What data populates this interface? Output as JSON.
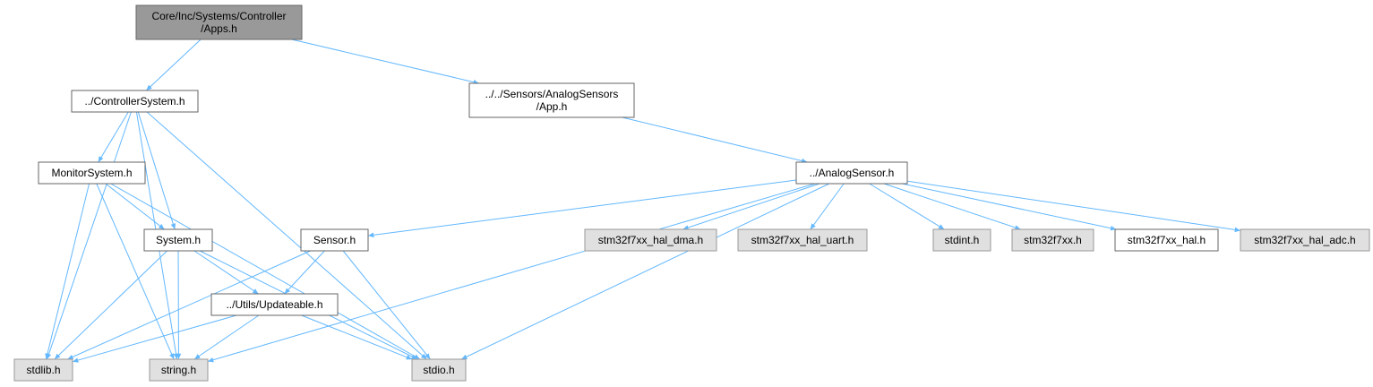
{
  "diagram": {
    "colors": {
      "edge": "#63b8ff",
      "current_fill": "#999999",
      "local_fill": "#ffffff",
      "external_fill": "#e0e0e0"
    },
    "nodes": {
      "apps": {
        "lines": [
          "Core/Inc/Systems/Controller",
          "/Apps.h"
        ],
        "kind": "current"
      },
      "ctrlsys": {
        "lines": [
          "../ControllerSystem.h"
        ],
        "kind": "local"
      },
      "app": {
        "lines": [
          "../../Sensors/AnalogSensors",
          "/App.h"
        ],
        "kind": "local"
      },
      "monitor": {
        "lines": [
          "MonitorSystem.h"
        ],
        "kind": "local"
      },
      "analog": {
        "lines": [
          "../AnalogSensor.h"
        ],
        "kind": "local"
      },
      "system": {
        "lines": [
          "System.h"
        ],
        "kind": "local"
      },
      "sensor": {
        "lines": [
          "Sensor.h"
        ],
        "kind": "local"
      },
      "updateable": {
        "lines": [
          "../Utils/Updateable.h"
        ],
        "kind": "local"
      },
      "hal_dma": {
        "lines": [
          "stm32f7xx_hal_dma.h"
        ],
        "kind": "external"
      },
      "hal_uart": {
        "lines": [
          "stm32f7xx_hal_uart.h"
        ],
        "kind": "external"
      },
      "stdint": {
        "lines": [
          "stdint.h"
        ],
        "kind": "external"
      },
      "stm32f7xx": {
        "lines": [
          "stm32f7xx.h"
        ],
        "kind": "external"
      },
      "hal": {
        "lines": [
          "stm32f7xx_hal.h"
        ],
        "kind": "local"
      },
      "hal_adc": {
        "lines": [
          "stm32f7xx_hal_adc.h"
        ],
        "kind": "external"
      },
      "stdlib": {
        "lines": [
          "stdlib.h"
        ],
        "kind": "external"
      },
      "string": {
        "lines": [
          "string.h"
        ],
        "kind": "external"
      },
      "stdio": {
        "lines": [
          "stdio.h"
        ],
        "kind": "external"
      }
    },
    "edges": [
      [
        "apps",
        "ctrlsys"
      ],
      [
        "apps",
        "app"
      ],
      [
        "ctrlsys",
        "monitor"
      ],
      [
        "ctrlsys",
        "system"
      ],
      [
        "ctrlsys",
        "stdlib"
      ],
      [
        "ctrlsys",
        "string"
      ],
      [
        "ctrlsys",
        "stdio"
      ],
      [
        "monitor",
        "system"
      ],
      [
        "monitor",
        "stdlib"
      ],
      [
        "monitor",
        "string"
      ],
      [
        "monitor",
        "stdio"
      ],
      [
        "app",
        "analog"
      ],
      [
        "analog",
        "sensor"
      ],
      [
        "analog",
        "hal_dma"
      ],
      [
        "analog",
        "hal_uart"
      ],
      [
        "analog",
        "stdint"
      ],
      [
        "analog",
        "stm32f7xx"
      ],
      [
        "analog",
        "hal"
      ],
      [
        "analog",
        "hal_adc"
      ],
      [
        "analog",
        "string"
      ],
      [
        "analog",
        "stdio"
      ],
      [
        "system",
        "updateable"
      ],
      [
        "system",
        "stdlib"
      ],
      [
        "system",
        "string"
      ],
      [
        "system",
        "stdio"
      ],
      [
        "sensor",
        "updateable"
      ],
      [
        "sensor",
        "stdlib"
      ],
      [
        "sensor",
        "stdio"
      ],
      [
        "updateable",
        "stdlib"
      ],
      [
        "updateable",
        "string"
      ],
      [
        "updateable",
        "stdio"
      ]
    ]
  }
}
